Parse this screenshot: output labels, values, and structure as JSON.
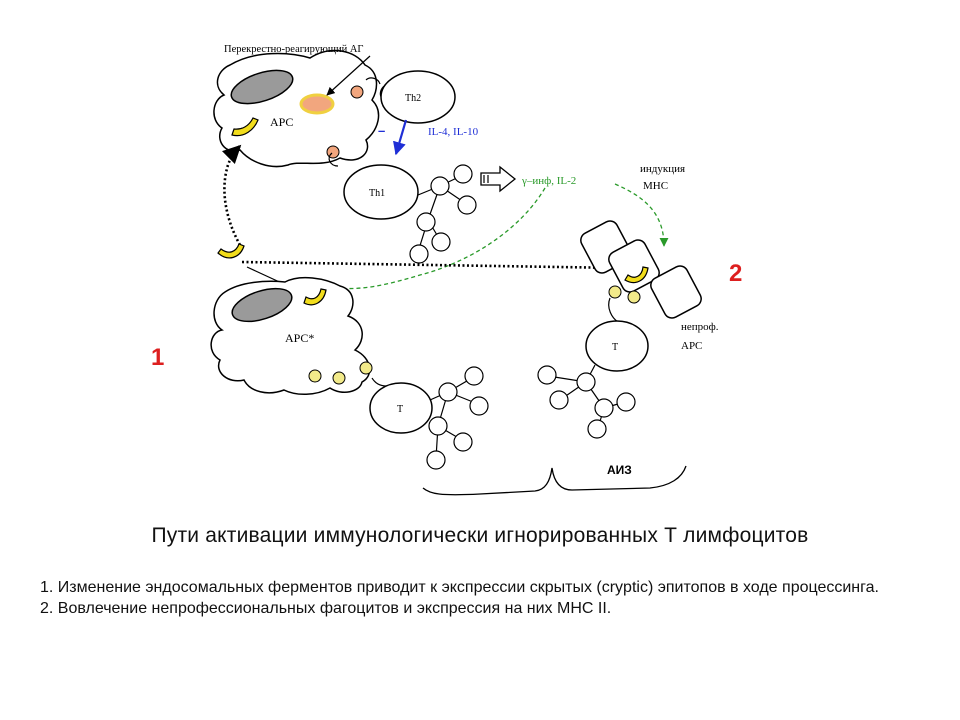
{
  "labels": {
    "cross_reactive_ag": "Перекрестно-реагирующий АГ",
    "apc": "APC",
    "apc_star": "APC*",
    "th2": "Th2",
    "th1": "Th1",
    "il": "IL-4, IL-10",
    "minus": "–",
    "gamma_inf": "γ–инф, IL-2",
    "mhc_induction_1": "индукция",
    "mhc_induction_2": "МНС",
    "nonprof_1": "непроф.",
    "nonprof_2": "APC",
    "t": "T",
    "aiz": "АИЗ",
    "marker_1": "1",
    "marker_2": "2"
  },
  "colors": {
    "red_marker": "#dd1f1f",
    "blue_arrow": "#1f2fd6",
    "green_dashed": "#2a9a2a",
    "yellow_fragment": "#f2dd1c",
    "orange_dot": "#f2a67e",
    "nucleus_gray": "#9a9a9a"
  },
  "caption": "Пути активации иммунологически игнорированных Т лимфоцитов",
  "notes": [
    "1. Изменение эндосомальных ферментов приводит к экспрессии скрытых (cryptic) эпитопов в ходе процессинга.",
    "2. Вовлечение непрофессиональных фагоцитов и экспрессия на них МНС II."
  ]
}
